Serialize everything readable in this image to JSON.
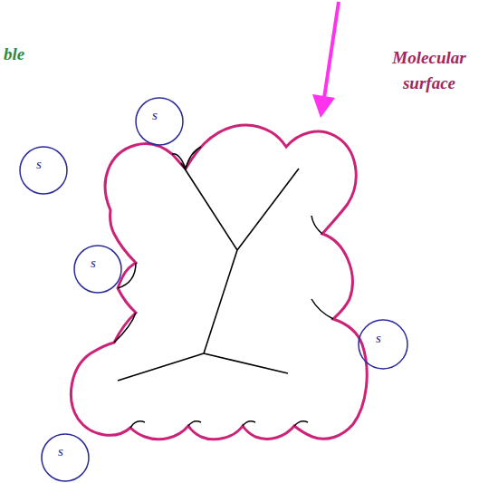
{
  "diagram": {
    "nodes": [
      {
        "text": [
          "s"
        ]
      },
      {
        "text": [
          "s"
        ]
      },
      {
        "text": [
          "s"
        ]
      },
      {
        "text": [
          "s"
        ]
      },
      {
        "text": [
          "s"
        ]
      }
    ],
    "labels": [
      "ble",
      "Molecular surface"
    ]
  }
}
